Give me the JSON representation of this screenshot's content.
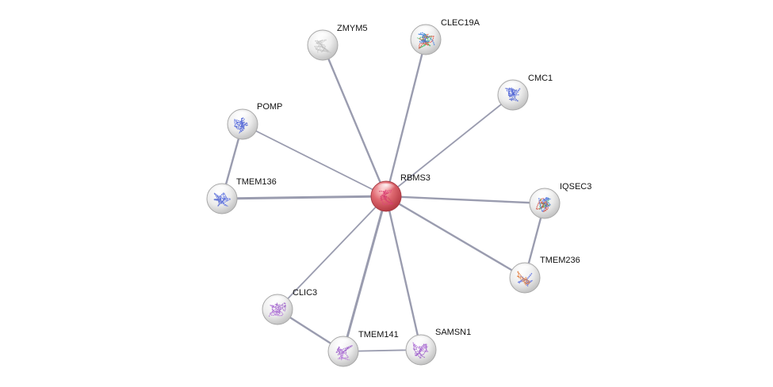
{
  "network": {
    "nodes": [
      {
        "id": "RBMS3",
        "label": "RBMS3",
        "query": true,
        "structure_colors": [
          "#e0457a",
          "#d23b6a"
        ]
      },
      {
        "id": "ZMYM5",
        "label": "ZMYM5",
        "query": false,
        "structure_colors": [
          "#c9c9c9",
          "#bdbdbd"
        ]
      },
      {
        "id": "CLEC19A",
        "label": "CLEC19A",
        "query": false,
        "structure_colors": [
          "#3fbf6a",
          "#e2463a",
          "#3a7be0"
        ]
      },
      {
        "id": "CMC1",
        "label": "CMC1",
        "query": false,
        "structure_colors": [
          "#5a6ee0",
          "#4a5fd0"
        ]
      },
      {
        "id": "POMP",
        "label": "POMP",
        "query": false,
        "structure_colors": [
          "#5a6ee0",
          "#4a5fd0"
        ]
      },
      {
        "id": "TMEM136",
        "label": "TMEM136",
        "query": false,
        "structure_colors": [
          "#5a6ee0",
          "#4a5fd0"
        ]
      },
      {
        "id": "IQSEC3",
        "label": "IQSEC3",
        "query": false,
        "structure_colors": [
          "#3fbf6a",
          "#d24a3a",
          "#4a6ee0"
        ]
      },
      {
        "id": "TMEM236",
        "label": "TMEM236",
        "query": false,
        "structure_colors": [
          "#5a6ee0",
          "#e07a3a"
        ]
      },
      {
        "id": "CLIC3",
        "label": "CLIC3",
        "query": false,
        "structure_colors": [
          "#b070d8",
          "#9a5cc8"
        ]
      },
      {
        "id": "TMEM141",
        "label": "TMEM141",
        "query": false,
        "structure_colors": [
          "#b070d8",
          "#9a5cc8"
        ]
      },
      {
        "id": "SAMSN1",
        "label": "SAMSN1",
        "query": false,
        "structure_colors": [
          "#b070d8",
          "#9a5cc8"
        ]
      }
    ],
    "edges": [
      {
        "source": "RBMS3",
        "target": "ZMYM5",
        "strength": 2
      },
      {
        "source": "RBMS3",
        "target": "CLEC19A",
        "strength": 2
      },
      {
        "source": "RBMS3",
        "target": "CMC1",
        "strength": 1
      },
      {
        "source": "RBMS3",
        "target": "POMP",
        "strength": 1
      },
      {
        "source": "RBMS3",
        "target": "TMEM136",
        "strength": 3
      },
      {
        "source": "RBMS3",
        "target": "IQSEC3",
        "strength": 2
      },
      {
        "source": "RBMS3",
        "target": "TMEM236",
        "strength": 2
      },
      {
        "source": "RBMS3",
        "target": "CLIC3",
        "strength": 1
      },
      {
        "source": "RBMS3",
        "target": "TMEM141",
        "strength": 3
      },
      {
        "source": "RBMS3",
        "target": "SAMSN1",
        "strength": 2
      },
      {
        "source": "POMP",
        "target": "TMEM136",
        "strength": 2
      },
      {
        "source": "IQSEC3",
        "target": "TMEM236",
        "strength": 2
      },
      {
        "source": "CLIC3",
        "target": "TMEM141",
        "strength": 2
      },
      {
        "source": "TMEM141",
        "target": "SAMSN1",
        "strength": 1
      }
    ],
    "colors": {
      "edge": "#9a9caf",
      "node_fill": "#f2f2f2",
      "node_stroke": "#a8a8a8",
      "query_fill": "#d9535d",
      "query_stroke": "#a83b44"
    }
  }
}
